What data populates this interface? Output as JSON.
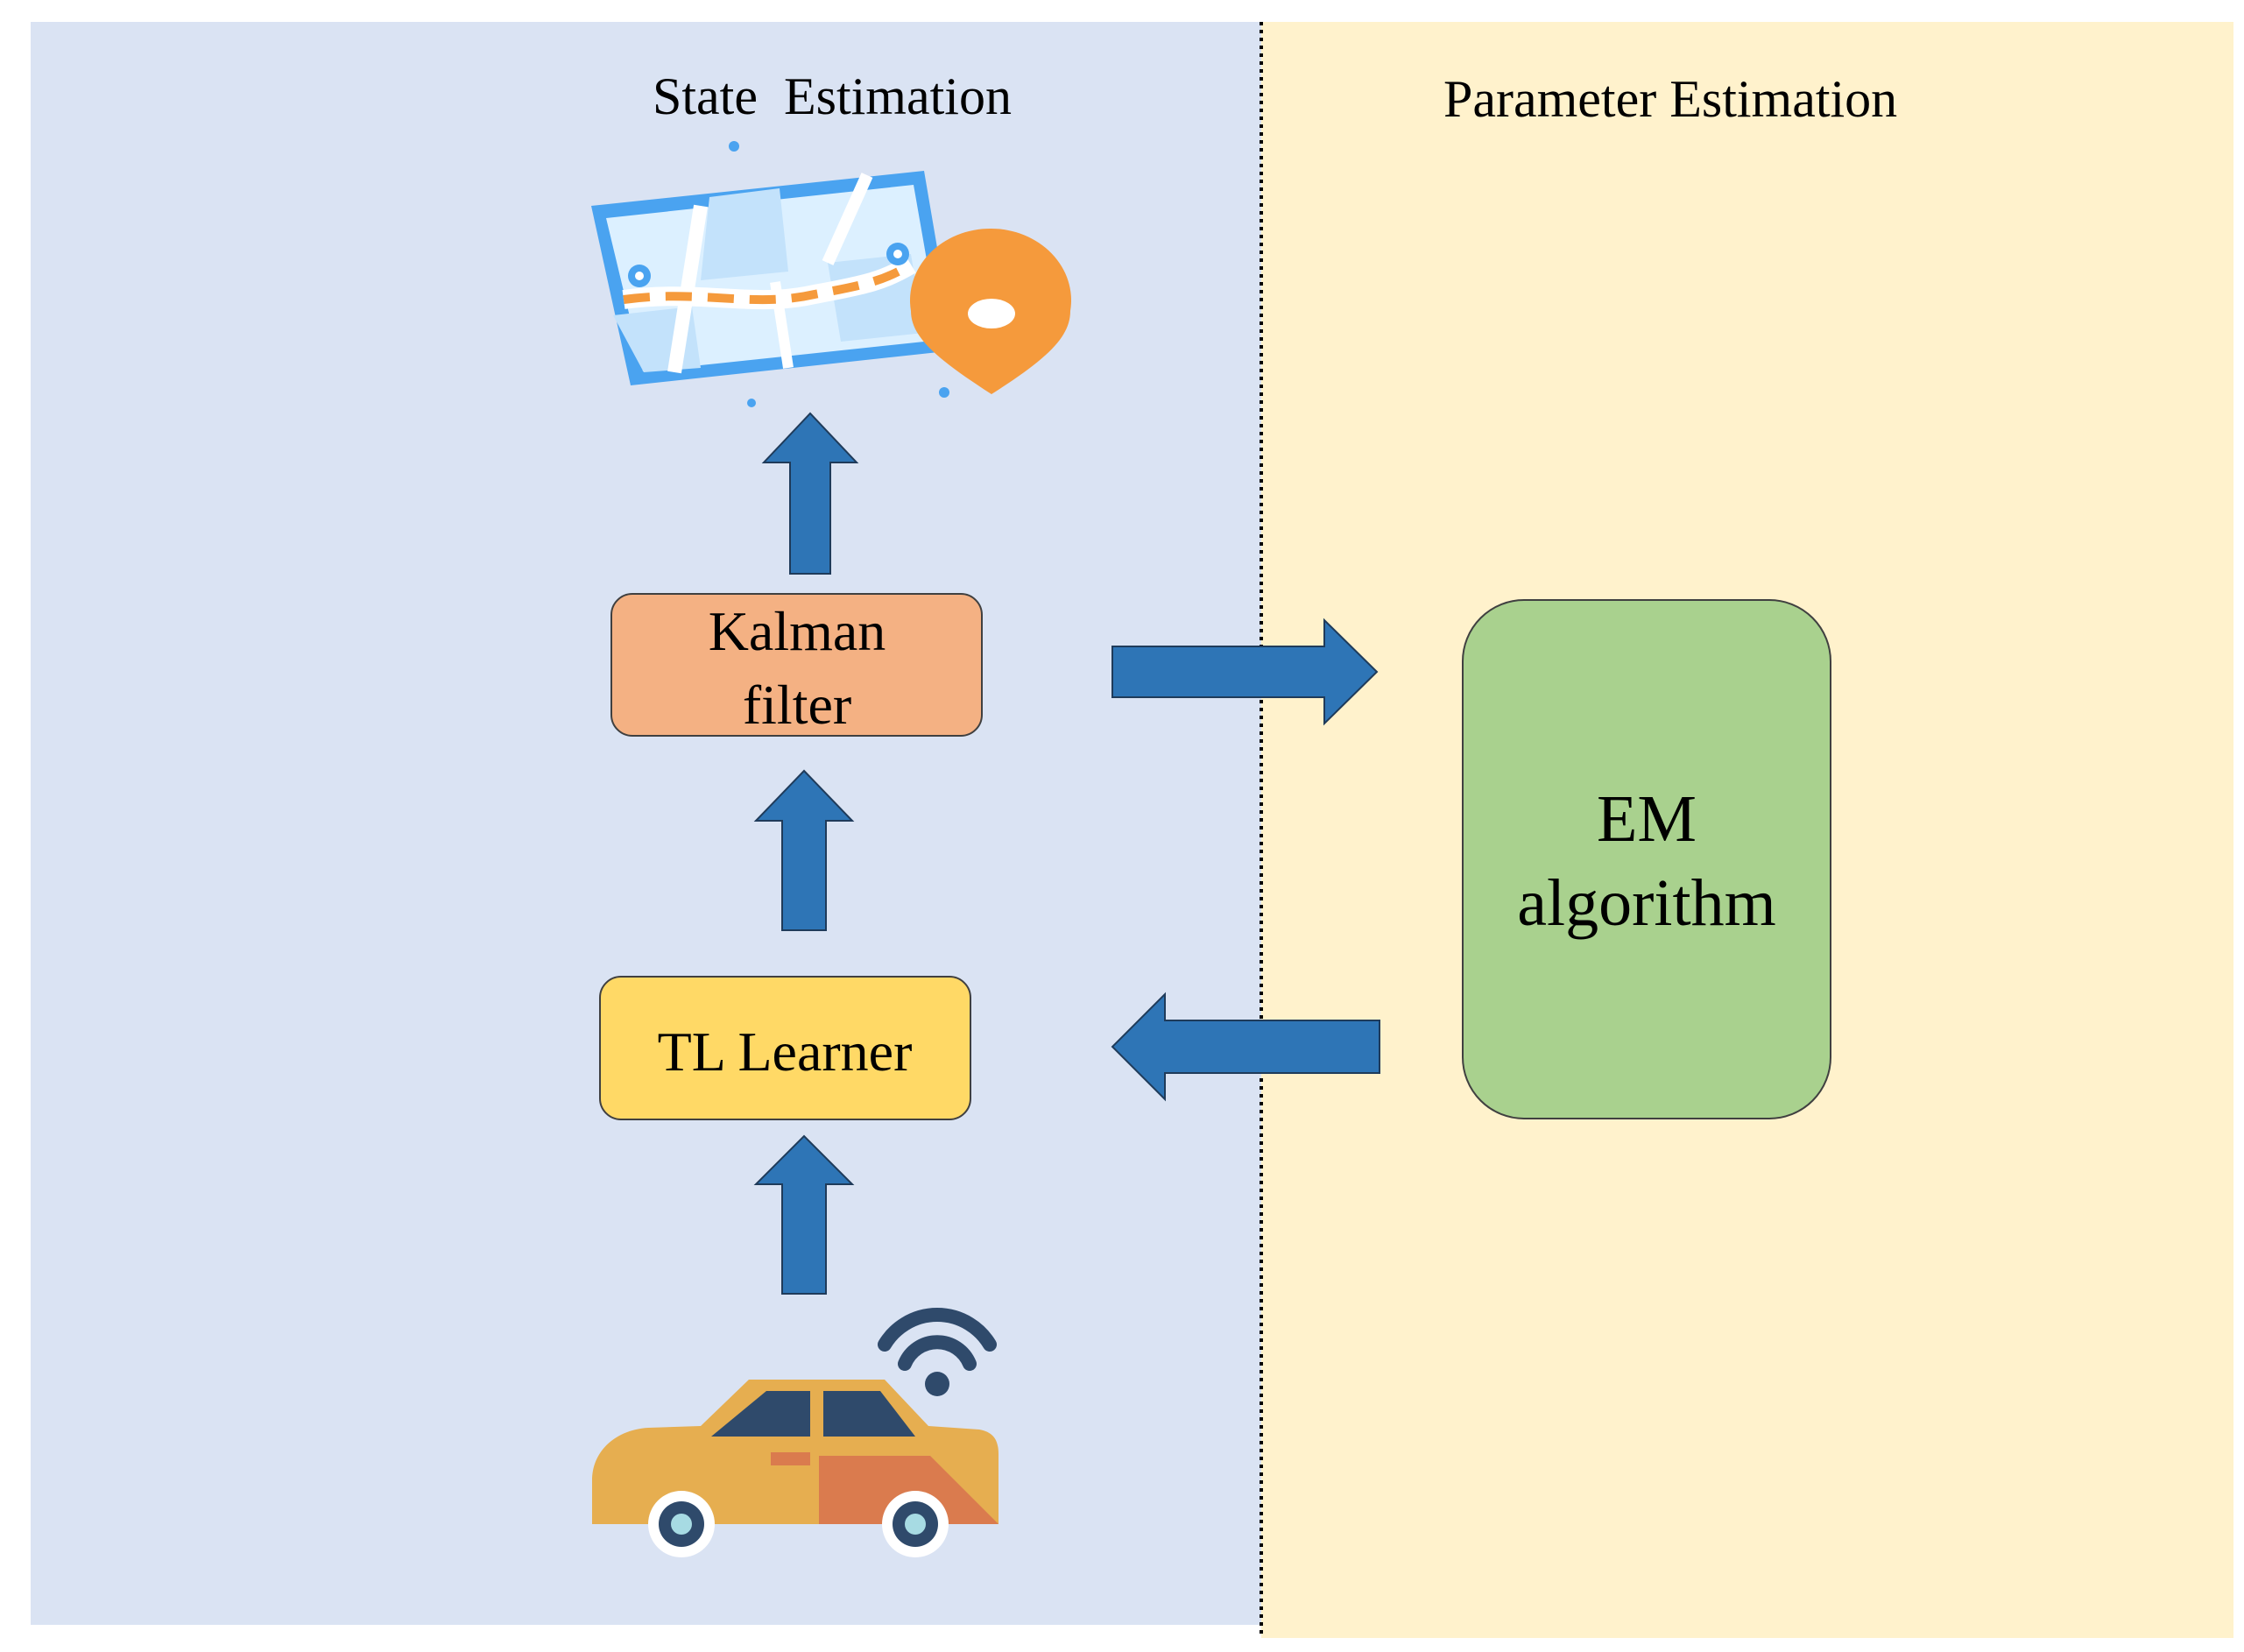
{
  "panels": {
    "left": {
      "title": "State  Estimation",
      "color": "#dae3f3"
    },
    "right": {
      "title": "Parameter Estimation",
      "color": "#fff2cc"
    }
  },
  "boxes": {
    "kalman": {
      "line1": "Kalman",
      "line2": "filter",
      "color": "#f4b183"
    },
    "tl_learner": {
      "label": "TL Learner",
      "color": "#ffd966"
    },
    "em": {
      "line1": "EM",
      "line2": "algorithm",
      "color": "#a9d18e"
    }
  },
  "arrow_color": "#2e75b6",
  "icons": {
    "top": "map-with-location-pin-icon",
    "bottom": "connected-car-icon"
  },
  "accents": {
    "map_blue": "#4aa3f0",
    "pin_orange": "#f59a3c",
    "car_yellow": "#e6ae50",
    "car_dark": "#2f4a6b"
  }
}
